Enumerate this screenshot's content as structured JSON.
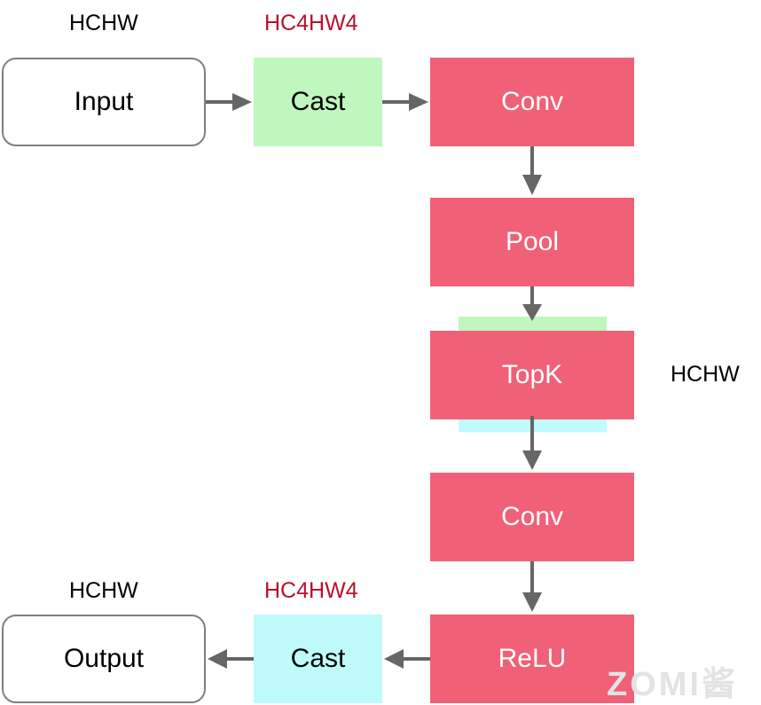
{
  "top": {
    "format_input": "HCHW",
    "format_cast": "HC4HW4",
    "input": "Input",
    "cast": "Cast"
  },
  "column": {
    "conv1": "Conv",
    "pool": "Pool",
    "topk": "TopK",
    "topk_format": "HCHW",
    "conv2": "Conv",
    "relu": "ReLU"
  },
  "bottom": {
    "format_output": "HCHW",
    "format_cast": "HC4HW4",
    "output": "Output",
    "cast": "Cast"
  },
  "watermark": "ZOMI酱",
  "colors": {
    "red_box": "#f06178",
    "green_box": "#c0f7bf",
    "cyan_box": "#c0fbfc",
    "format_red": "#b5132b",
    "arrow": "#666666"
  }
}
